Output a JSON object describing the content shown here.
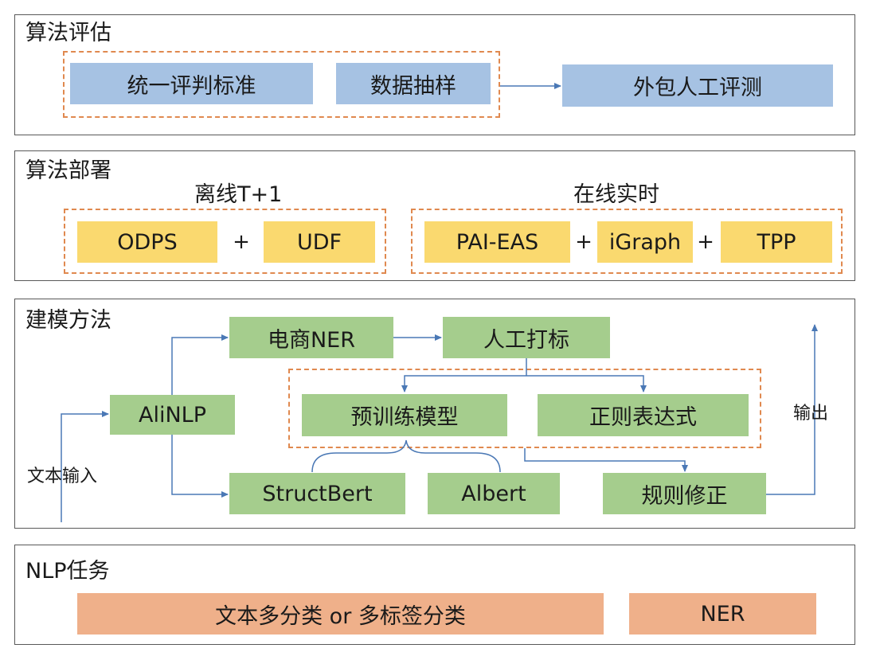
{
  "eval": {
    "title": "算法评估",
    "boxes": [
      "统一评判标准",
      "数据抽样",
      "外包人工评测"
    ]
  },
  "deploy": {
    "title": "算法部署",
    "offline_label": "离线T+1",
    "online_label": "在线实时",
    "offline": [
      "ODPS",
      "UDF"
    ],
    "online": [
      "PAI-EAS",
      "iGraph",
      "TPP"
    ],
    "plus": "+"
  },
  "modeling": {
    "title": "建模方法",
    "input_label": "文本输入",
    "output_label": "输出",
    "nodes": {
      "alinlp": "AliNLP",
      "ecom_ner": "电商NER",
      "labeling": "人工打标",
      "pretrain": "预训练模型",
      "regex": "正则表达式",
      "structbert": "StructBert",
      "albert": "Albert",
      "rule_fix": "规则修正"
    }
  },
  "tasks": {
    "title": "NLP任务",
    "boxes": [
      "文本多分类 or 多标签分类",
      "NER"
    ]
  },
  "colors": {
    "blue": "#a6c2e3",
    "yellow": "#fad96f",
    "green": "#a5cd8d",
    "orange": "#efb08a",
    "dash": "#e0894f",
    "arrow": "#4a78b5",
    "border": "#595959"
  }
}
